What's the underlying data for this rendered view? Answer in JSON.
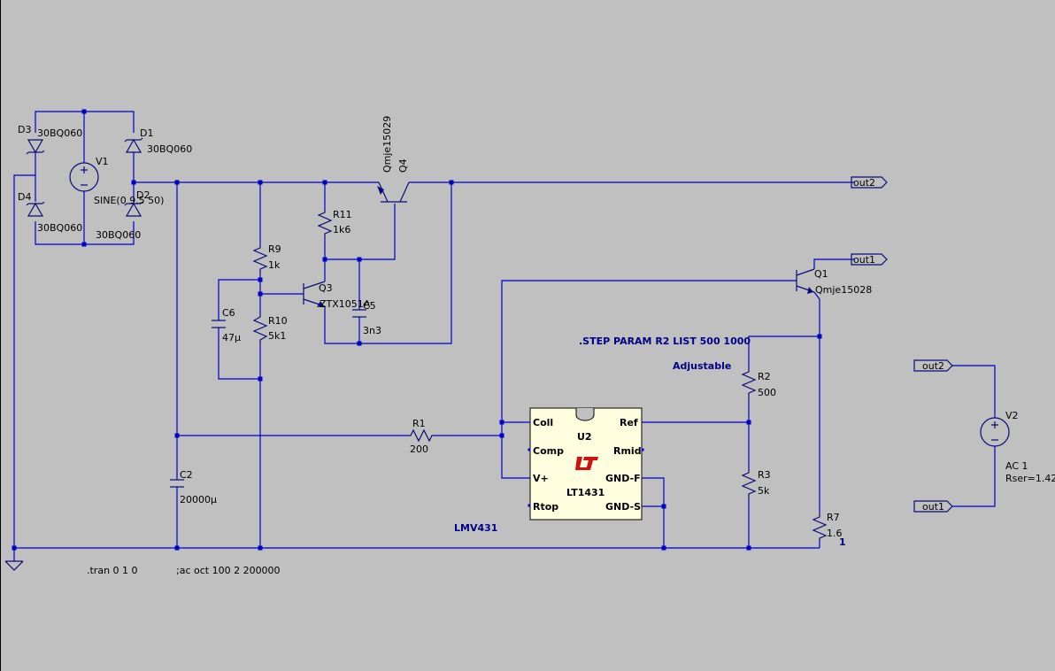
{
  "app": "LTspice schematic",
  "components": {
    "D3": {
      "ref": "D3",
      "value": "30BQ060"
    },
    "D1": {
      "ref": "D1",
      "value": "30BQ060"
    },
    "D4": {
      "ref": "D4",
      "value": "30BQ060"
    },
    "D2": {
      "ref": "D2",
      "value": "30BQ060"
    },
    "V1": {
      "ref": "V1",
      "value": "SINE(0 9.5 50)"
    },
    "Q4": {
      "ref": "Q4",
      "value": "Qmje15029"
    },
    "R11": {
      "ref": "R11",
      "value": "1k6"
    },
    "R9": {
      "ref": "R9",
      "value": "1k"
    },
    "R10": {
      "ref": "R10",
      "value": "5k1"
    },
    "C6": {
      "ref": "C6",
      "value": "47µ"
    },
    "Q3": {
      "ref": "Q3",
      "value": "ZTX1051A"
    },
    "C5": {
      "ref": "C5",
      "value": "3n3"
    },
    "Q1": {
      "ref": "Q1",
      "value": "Qmje15028"
    },
    "R2": {
      "ref": "R2",
      "value": "500"
    },
    "R3": {
      "ref": "R3",
      "value": "5k"
    },
    "R7": {
      "ref": "R7",
      "value": "1.6"
    },
    "R1": {
      "ref": "R1",
      "value": "200"
    },
    "C2": {
      "ref": "C2",
      "value": "20000µ"
    },
    "V2": {
      "ref": "V2",
      "value": "AC 1",
      "extra": "Rser=1.42"
    },
    "U2": {
      "ref": "U2",
      "value": "LT1431",
      "pins": {
        "coll": "Coll",
        "ref": "Ref",
        "comp": "Comp",
        "rmid": "Rmid",
        "vplus": "V+",
        "gndf": "GND-F",
        "rtop": "Rtop",
        "gnds": "GND-S"
      }
    }
  },
  "nets": {
    "out2": "out2",
    "out1": "out1"
  },
  "directives": {
    "step": ".STEP PARAM R2 LIST 500 1000",
    "adjustable": "Adjustable",
    "lmv": "LMV431",
    "tran": ".tran 0 1 0",
    "ac": ";ac oct 100 2 200000",
    "one": "1"
  },
  "colors": {
    "background": "#c0c0c0",
    "wire": "#0000c8",
    "text": "#000000",
    "directive": "#00008b",
    "logo": "#d01010"
  }
}
